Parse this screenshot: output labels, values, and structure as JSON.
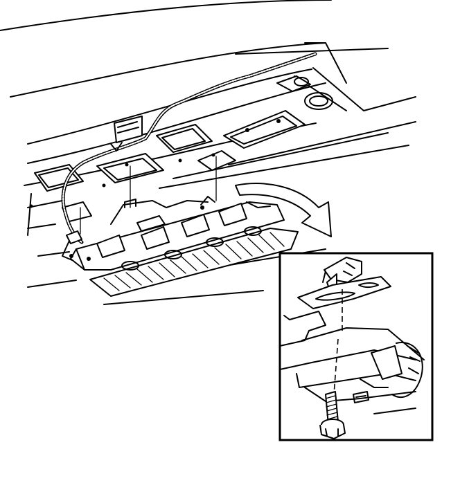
{
  "figure": {
    "kind": "technical-line-drawing",
    "subject": "high-mounted-stop-lamp-removal",
    "has_detail_inset": true,
    "arrow_direction": "toward-detail-inset",
    "ink_color": "#000000",
    "paper_color": "#ffffff"
  }
}
